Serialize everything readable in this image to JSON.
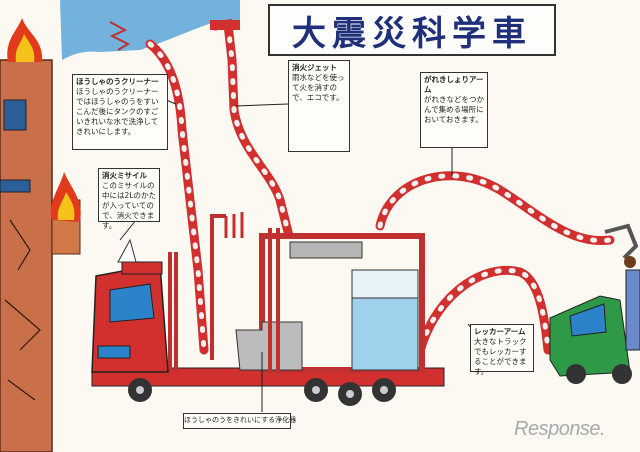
{
  "title": "大震災科学車",
  "notes": {
    "cleaner": {
      "heading": "ほうしゃのうクリーナー",
      "body": "ほうしゃのうクリーナーではほうしゃのうをすいこんだ後にタンクのすごいきれいな水で洗浄してきれいにします。"
    },
    "jet": {
      "heading": "消火ジェット",
      "body": "雨水などを使って火を消すので、エコです。"
    },
    "rubble": {
      "heading": "がれきしょりアーム",
      "body": "がれきなどをつかんで集める場所においておきます。"
    },
    "missile": {
      "heading": "消火ミサイル",
      "body": "このミサイルの中には2Lのかたが入っていてので、消火できます。"
    },
    "wrecker": {
      "heading": "レッカーアーム",
      "body": "大きなトラックでもレッカーすることができます。"
    }
  },
  "caption": "ほうしゃのうをきれいにする浄化器",
  "watermark": "Response."
}
